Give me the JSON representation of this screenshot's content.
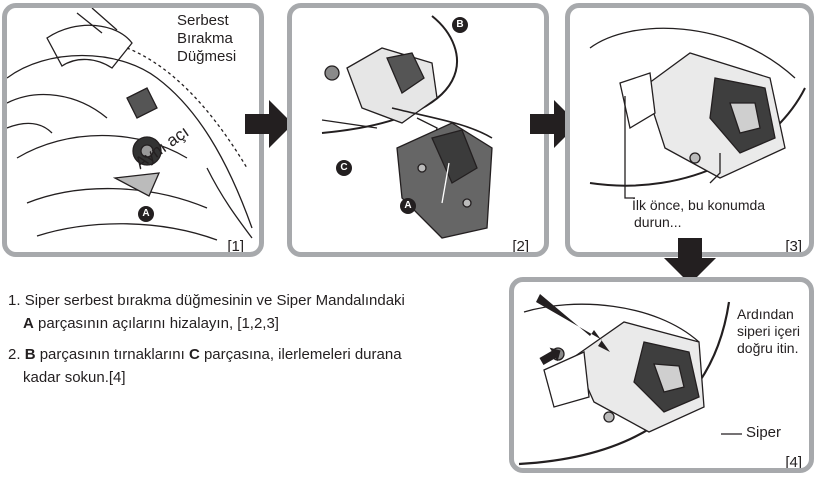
{
  "panels": {
    "p1": {
      "label": "[1]",
      "release_button": [
        "Serbest",
        "Bırakma",
        "Düğmesi"
      ],
      "angle_text": "Aynı açı",
      "marker_a": "A"
    },
    "p2": {
      "label": "[2]",
      "marker_b": "B",
      "marker_c": "C",
      "marker_a": "A"
    },
    "p3": {
      "label": "[3]",
      "note": [
        "İlk önce, bu konumda",
        "durun..."
      ]
    },
    "p4": {
      "label": "[4]",
      "note": [
        "Ardından",
        "siperi içeri",
        "doğru itin."
      ],
      "shield_label": "Siper"
    }
  },
  "instructions": [
    {
      "num": "1.",
      "line1": "Siper serbest bırakma düğmesinin ve Siper Mandalındaki",
      "bold": "A",
      "line2": " parçasının açılarını hizalayın, [1,2,3]"
    },
    {
      "num": "2.",
      "bold1": "B",
      "text1": " parçasının tırnaklarını ",
      "bold2": "C",
      "text2": " parçasına, ilerlemeleri durana",
      "line2": "kadar sokun.[4]"
    }
  ]
}
